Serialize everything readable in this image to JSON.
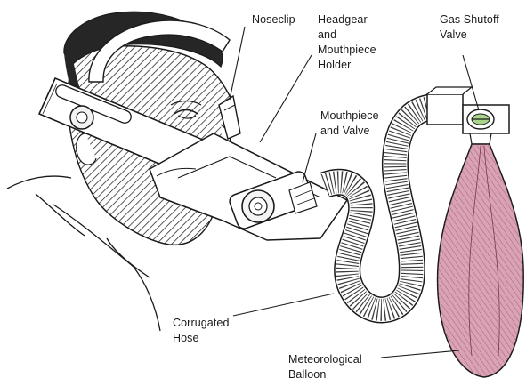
{
  "labels": {
    "noseclip": "Noseclip",
    "headgear": "Headgear\nand\nMouthpiece\nHolder",
    "shutoff": "Gas Shutoff\nValve",
    "mouthpiece": "Mouthpiece\nand Valve",
    "hose": "Corrugated\nHose",
    "balloon": "Meteorological\nBalloon"
  },
  "colors": {
    "ink": "#1a1a1a",
    "balloon_fill": "#d9a3b5",
    "balloon_stripe": "#9c4f6b",
    "hatch": "#2b2b2b",
    "hair": "#262626"
  },
  "icons": {
    "illustration": "person-wearing-mouthpiece-with-hose-and-balloon"
  }
}
